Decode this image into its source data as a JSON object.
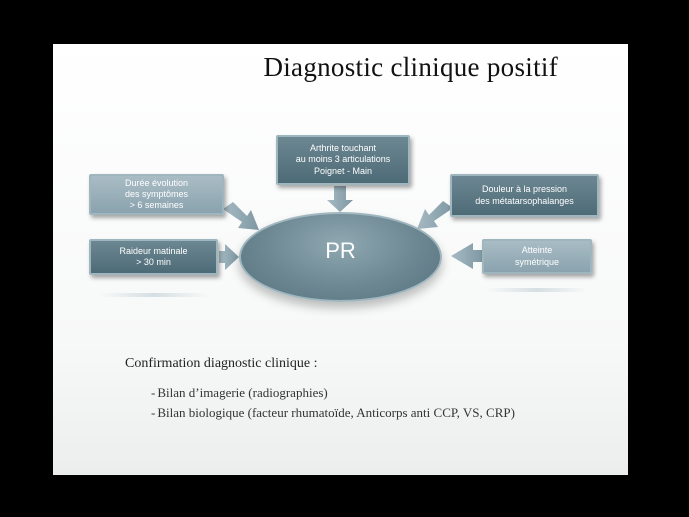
{
  "title": "Diagnostic clinique positif",
  "center": "PR",
  "criteria": {
    "top": "Arthrite touchant\nau moins 3 articulations\nPoignet - Main",
    "left_top": "Durée évolution\ndes symptômes\n> 6 semaines",
    "left_bottom": "Raideur matinale\n> 30 min",
    "right_top": "Douleur à la pression\ndes métatarsophalanges",
    "right_bottom": "Atteinte\nsymétrique"
  },
  "confirmation": {
    "heading": "Confirmation diagnostic clinique :",
    "items": [
      "Bilan d’imagerie (radiographies)",
      "Bilan biologique (facteur rhumatoïde, Anticorps anti CCP, VS, CRP)"
    ]
  }
}
